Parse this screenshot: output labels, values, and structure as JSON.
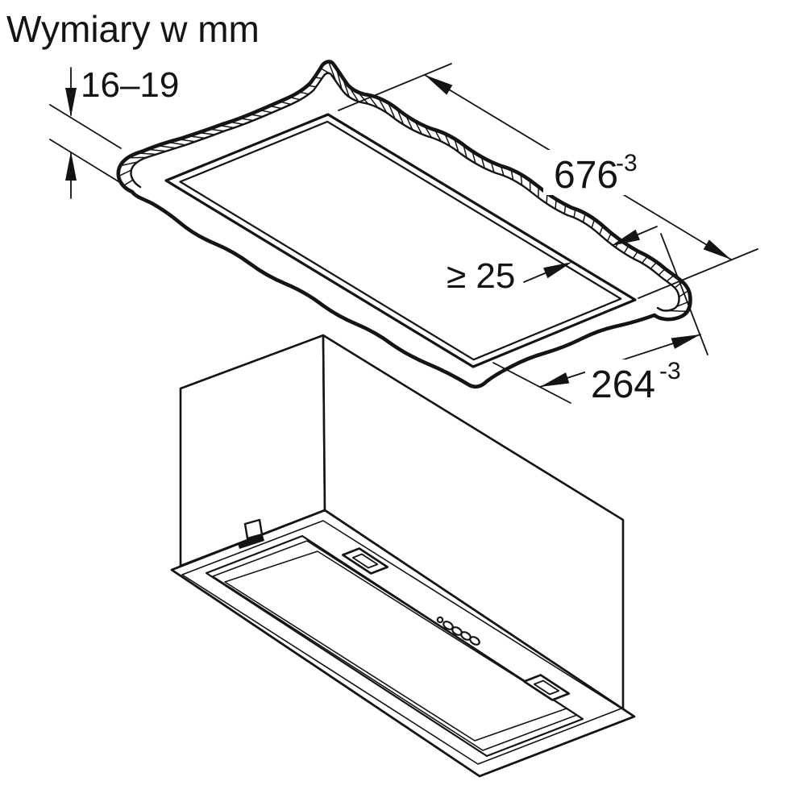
{
  "title": "Wymiary w mm",
  "cutout_drawing": {
    "panel_thickness": "16–19",
    "cutout_length": "676",
    "cutout_length_tolerance": "-3",
    "min_edge_distance": "≥ 25",
    "cutout_width": "264",
    "cutout_width_tolerance": "-3"
  },
  "colors": {
    "line": "#141414",
    "background": "#ffffff"
  }
}
